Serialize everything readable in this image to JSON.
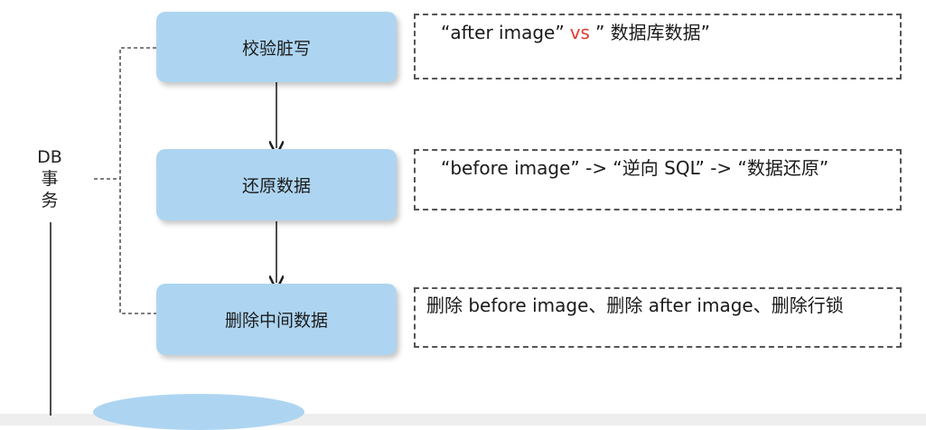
{
  "side_label": [
    "DB",
    "事",
    "务"
  ],
  "steps": [
    {
      "label": "校验脏写"
    },
    {
      "label": "还原数据"
    },
    {
      "label": "删除中间数据"
    }
  ],
  "notes": [
    {
      "before": "“after  image”",
      "vs": "vs",
      "after": "” 数据库数据”"
    },
    {
      "text": "“before image” -> “逆向 SQL” -> “数据还原”"
    },
    {
      "text": "删除 before image、删除 after image、删除行锁"
    }
  ],
  "colors": {
    "step_fill": "#add5f1",
    "vs_text": "#e23b2e",
    "dashed_border": "#555555"
  }
}
